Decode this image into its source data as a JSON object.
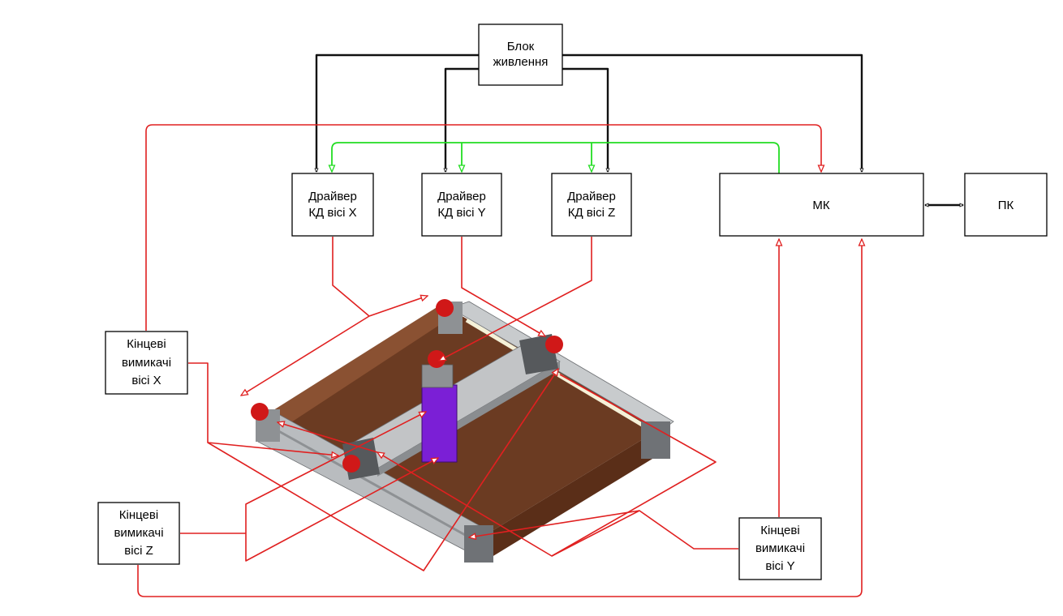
{
  "colors": {
    "power_line": "#111111",
    "signal_line": "#e02020",
    "control_line": "#22dd22",
    "machine_bed": "#6b3b22",
    "frame": "#b9bcbf",
    "motor": "#d01818",
    "z_carriage": "#7b1fd6"
  },
  "blocks": {
    "power": {
      "line1": "Блок",
      "line2": "живлення"
    },
    "driver_x": {
      "line1": "Драйвер",
      "line2": "КД вісі X"
    },
    "driver_y": {
      "line1": "Драйвер",
      "line2": "КД вісі Y"
    },
    "driver_z": {
      "line1": "Драйвер",
      "line2": "КД вісі Z"
    },
    "mk": {
      "label": "МК"
    },
    "pk": {
      "label": "ПК"
    },
    "limit_x": {
      "line1": "Кінцеві",
      "line2": "вимикачі",
      "line3": "вісі X"
    },
    "limit_z": {
      "line1": "Кінцеві",
      "line2": "вимикачі",
      "line3": "вісі Z"
    },
    "limit_y": {
      "line1": "Кінцеві",
      "line2": "вимикачі",
      "line3": "вісі Y"
    }
  }
}
